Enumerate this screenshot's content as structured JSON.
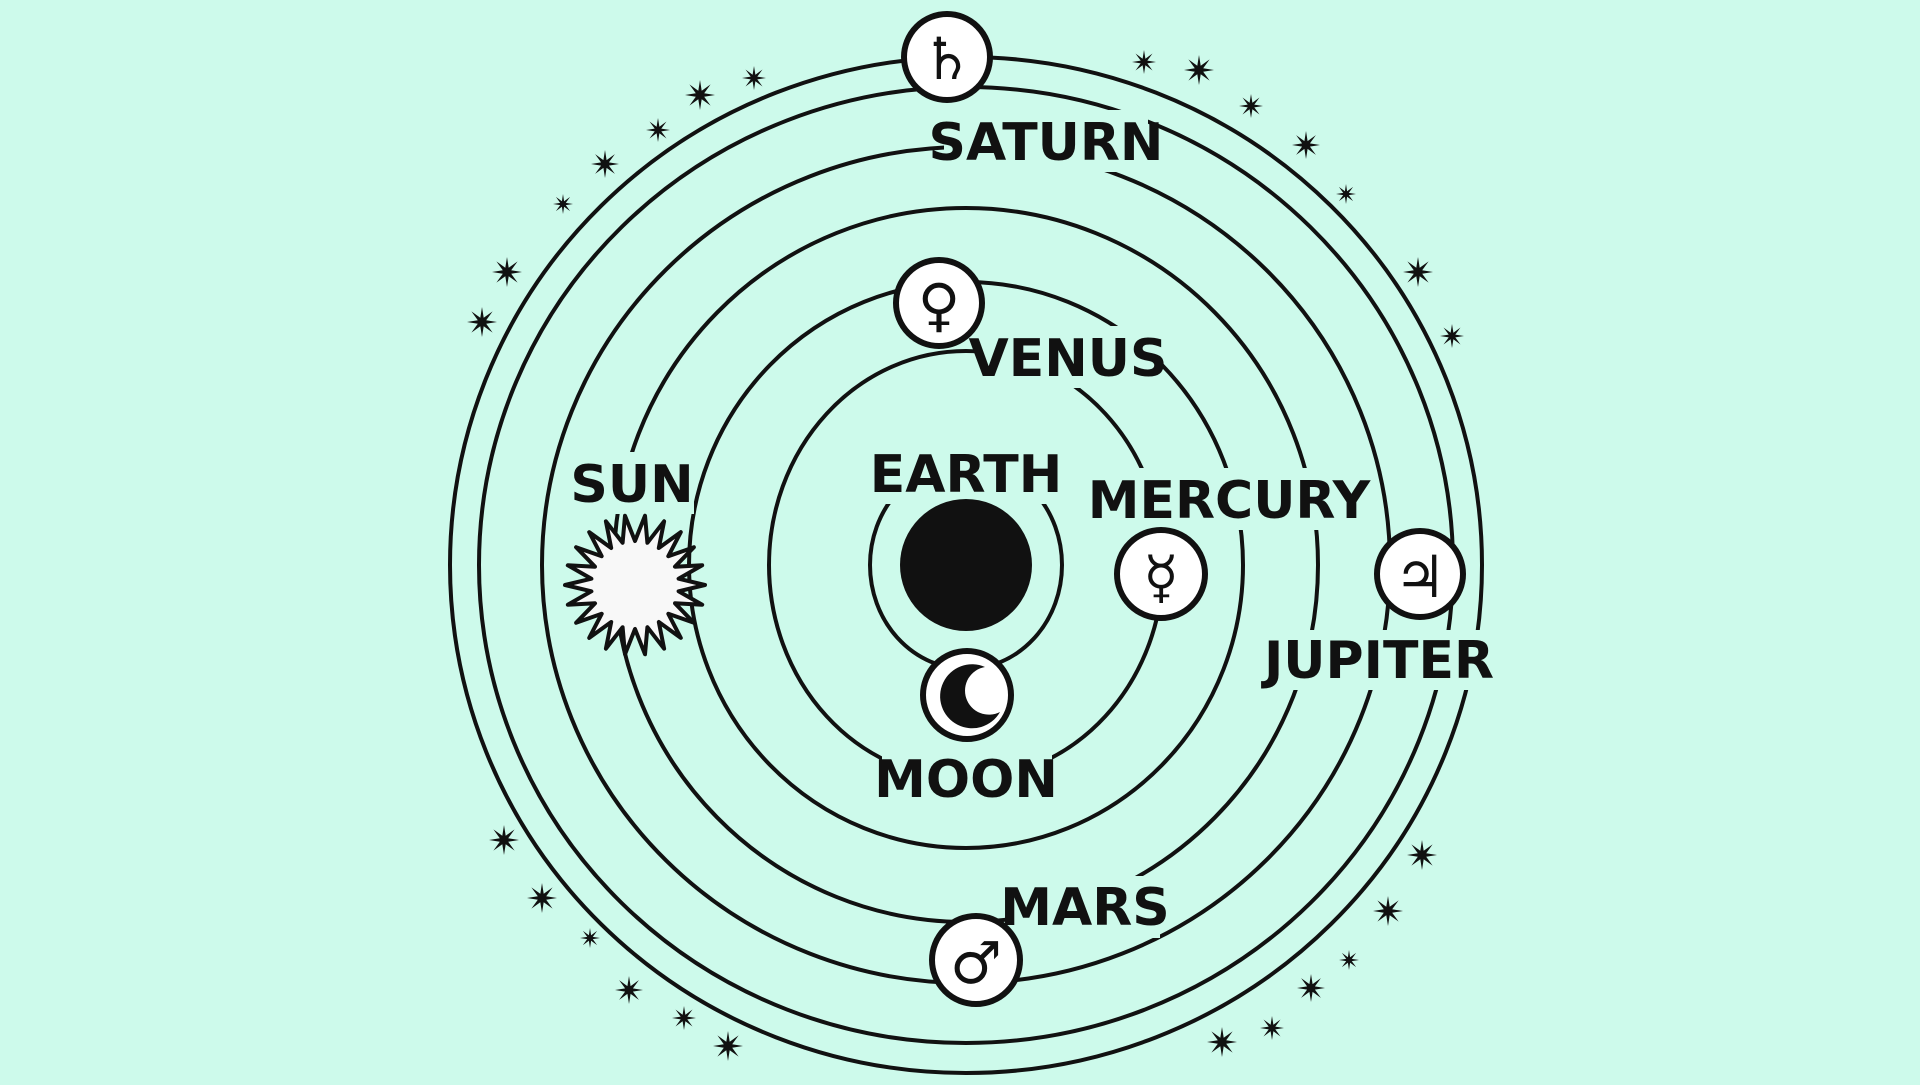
{
  "diagram": {
    "colors": {
      "background": "#cdfaeb",
      "ink": "#111111",
      "badge_fill": "#ffffff",
      "sun_fill": "#f8f8f8",
      "earth_fill": "#111111"
    },
    "labels": {
      "saturn": "SATURN",
      "jupiter": "JUPITER",
      "mars": "MARS",
      "sun": "SUN",
      "venus": "VENUS",
      "mercury": "MERCURY",
      "moon": "MOON",
      "earth": "EARTH"
    },
    "symbols": {
      "saturn": "♄",
      "jupiter": "♃",
      "mars": "♂",
      "venus": "♀",
      "mercury": "☿"
    },
    "icons": {
      "earth": "filled-circle",
      "moon": "crescent-moon-icon",
      "sun": "sun-icon",
      "stars": "star-icon"
    }
  }
}
